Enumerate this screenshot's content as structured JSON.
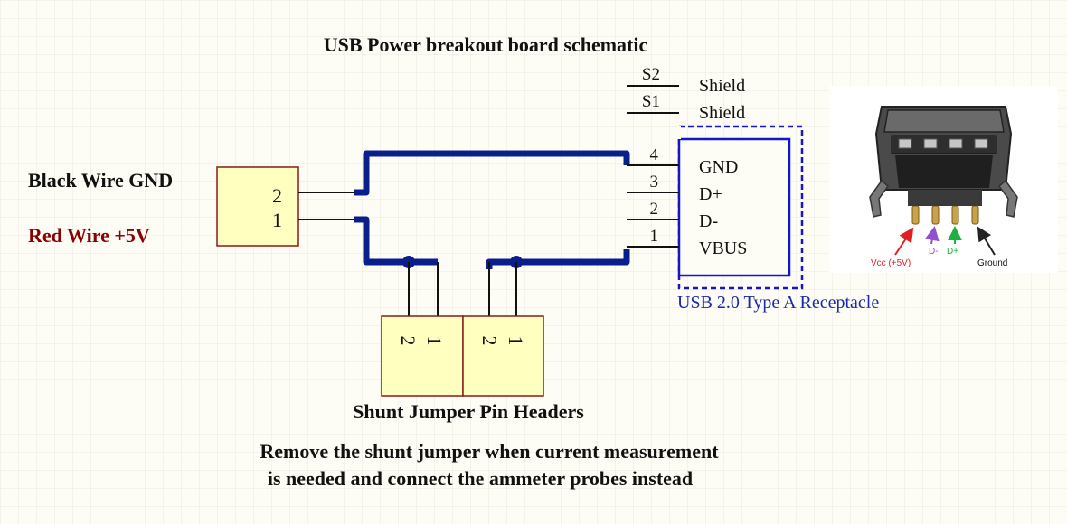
{
  "title": "USB Power breakout board schematic",
  "battery_connector": {
    "gnd_label": "Black Wire GND",
    "vcc_label": "Red Wire +5V",
    "pins": [
      "2",
      "1"
    ]
  },
  "jumper_headers": {
    "caption": "Shunt Jumper Pin Headers",
    "left_pins": [
      "2",
      "1"
    ],
    "right_pins": [
      "2",
      "1"
    ]
  },
  "usb_receptacle": {
    "caption": "USB 2.0 Type A Receptacle",
    "shield_pins": [
      {
        "number": "S2",
        "name": "Shield"
      },
      {
        "number": "S1",
        "name": "Shield"
      }
    ],
    "pins": [
      {
        "number": "4",
        "name": "GND"
      },
      {
        "number": "3",
        "name": "D+"
      },
      {
        "number": "2",
        "name": "D-"
      },
      {
        "number": "1",
        "name": "VBUS"
      }
    ]
  },
  "usb_photo_labels": {
    "vcc": "Vcc (+5V)",
    "d_minus": "D-",
    "d_plus": "D+",
    "ground": "Ground"
  },
  "note": {
    "line1": "Remove the shunt jumper when current measurement",
    "line2": "is needed and connect the ammeter probes instead"
  },
  "colors": {
    "background": "#fdfdf5",
    "grid": "#e9e9e2",
    "wire": "#0a1e8c",
    "component_fill": "#ffffc0",
    "component_stroke": "#8b1a1a",
    "usb_box": "#1515cc",
    "red_label": "#8b0000",
    "arrow_red": "#e02020",
    "arrow_purple": "#9050d0",
    "arrow_green": "#20b040"
  }
}
